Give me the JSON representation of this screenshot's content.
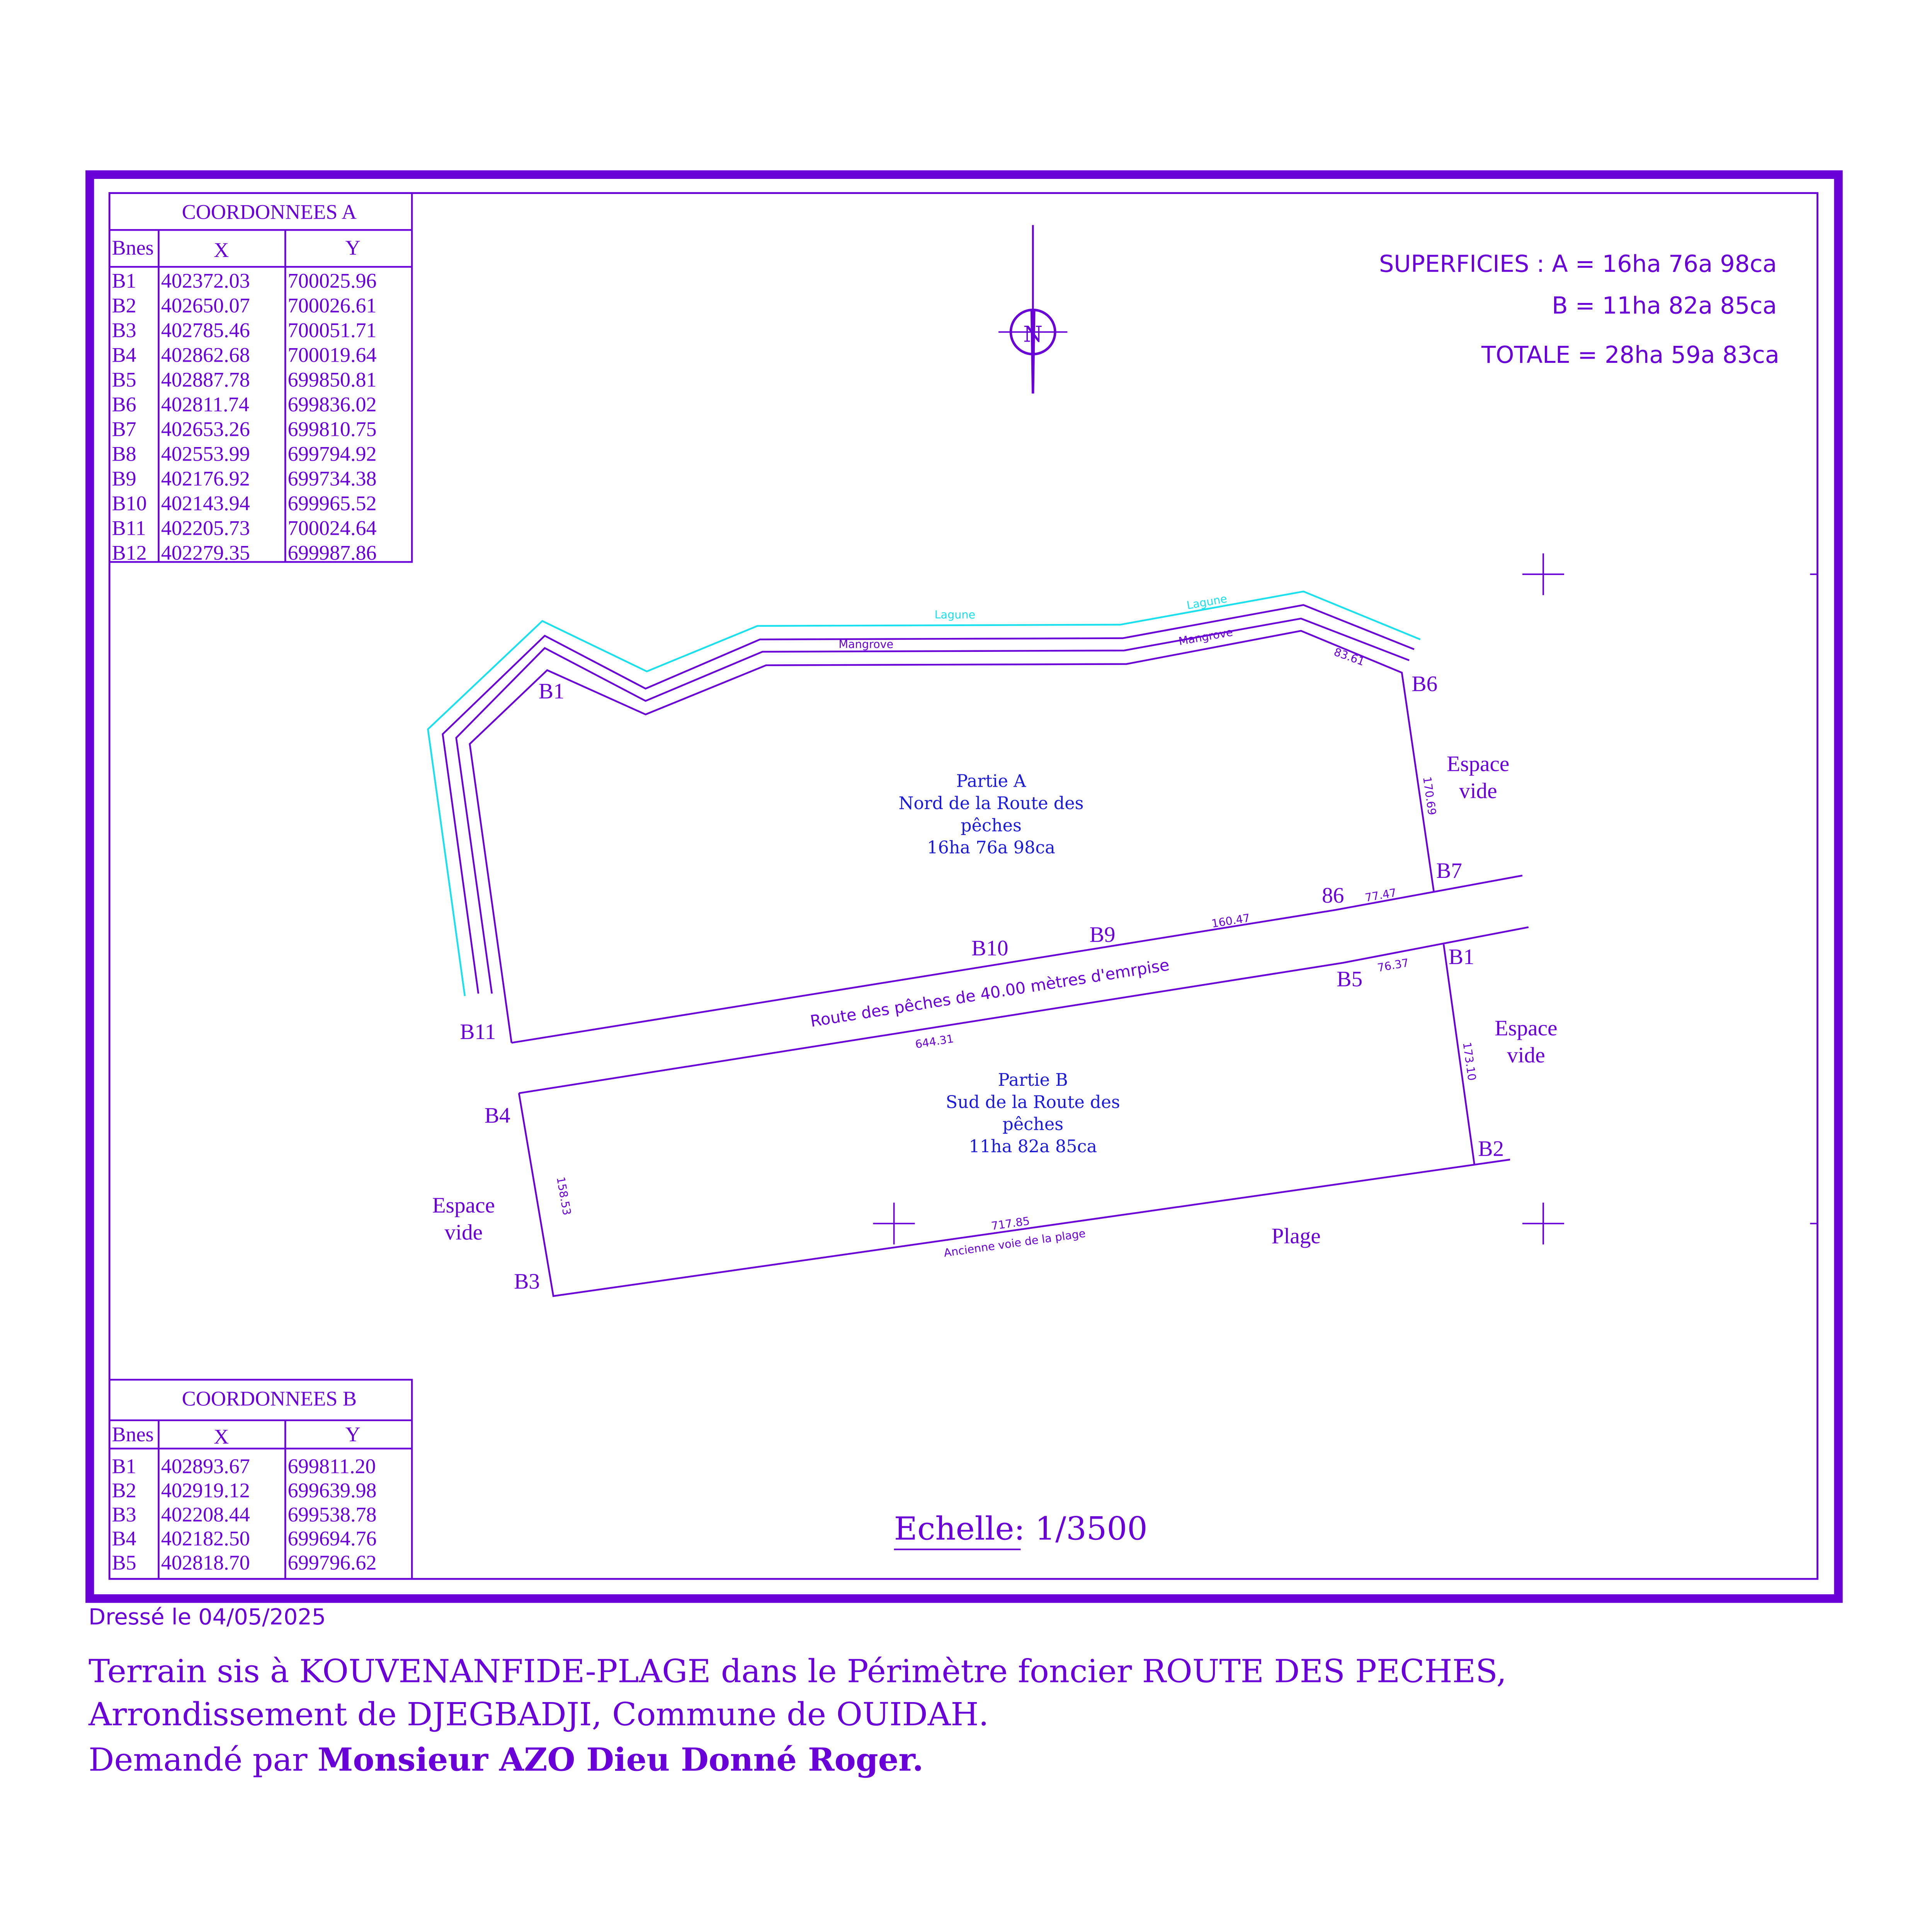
{
  "table_a": {
    "title": "COORDONNEES A",
    "headers": [
      "Bnes",
      "X",
      "Y"
    ],
    "rows": [
      [
        "B1",
        "402372.03",
        "700025.96"
      ],
      [
        "B2",
        "402650.07",
        "700026.61"
      ],
      [
        "B3",
        "402785.46",
        "700051.71"
      ],
      [
        "B4",
        "402862.68",
        "700019.64"
      ],
      [
        "B5",
        "402887.78",
        "699850.81"
      ],
      [
        "B6",
        "402811.74",
        "699836.02"
      ],
      [
        "B7",
        "402653.26",
        "699810.75"
      ],
      [
        "B8",
        "402553.99",
        "699794.92"
      ],
      [
        "B9",
        "402176.92",
        "699734.38"
      ],
      [
        "B10",
        "402143.94",
        "699965.52"
      ],
      [
        "B11",
        "402205.73",
        "700024.64"
      ],
      [
        "B12",
        "402279.35",
        "699987.86"
      ]
    ]
  },
  "table_b": {
    "title": "COORDONNEES B",
    "headers": [
      "Bnes",
      "X",
      "Y"
    ],
    "rows": [
      [
        "B1",
        "402893.67",
        "699811.20"
      ],
      [
        "B2",
        "402919.12",
        "699639.98"
      ],
      [
        "B3",
        "402208.44",
        "699538.78"
      ],
      [
        "B4",
        "402182.50",
        "699694.76"
      ],
      [
        "B5",
        "402818.70",
        "699796.62"
      ]
    ]
  },
  "superficies": {
    "line1": "SUPERFICIES : A = 16ha 76a 98ca",
    "line2": "B = 11ha 82a 85ca",
    "line3": "TOTALE = 28ha 59a 83ca"
  },
  "north_label": "N",
  "plan": {
    "lagune1": "Lagune",
    "lagune2": "Lagune",
    "mangrove1": "Mangrove",
    "mangrove2": "Mangrove",
    "partie_a": [
      "Partie A",
      "Nord de la Route des",
      "pêches",
      "16ha 76a 98ca"
    ],
    "partie_b": [
      "Partie B",
      "Sud de la Route des",
      "pêches",
      "11ha 82a 85ca"
    ],
    "road": "Route des pêches de 40.00 mètres d'emrpise",
    "ancienne_voie": "Ancienne voie de la plage",
    "plage": "Plage",
    "espace_vide": [
      "Espace",
      "vide"
    ],
    "bornes": {
      "a_b1": "B1",
      "a_b6": "B6",
      "a_b7": "B7",
      "a_86": "86",
      "a_b9": "B9",
      "a_b10": "B10",
      "a_b11": "B11",
      "b_b1": "B1",
      "b_b5": "B5",
      "b_b2": "B2",
      "b_b3": "B3",
      "b_b4": "B4"
    },
    "dims": {
      "d8361": "83.61",
      "d17069": "170.69",
      "d7747": "77.47",
      "d16047": "160.47",
      "d7637": "76.37",
      "d64431": "644.31",
      "d17310": "173.10",
      "d15853": "158.53",
      "d71785": "717.85"
    }
  },
  "scale": {
    "label": "Echelle",
    "value": ": 1/3500"
  },
  "footer": {
    "date": "Dressé le 04/05/2025",
    "line1": "Terrain sis à KOUVENANFIDE-PLAGE dans le Périmètre foncier ROUTE DES PECHES,",
    "line2": "Arrondissement de DJEGBADJI, Commune de OUIDAH.",
    "line3_prefix": "Demandé par ",
    "line3_bold": "Monsieur AZO Dieu Donné Roger."
  },
  "colors": {
    "primary": "#6a00d8",
    "lagune": "#19e0ee",
    "partie_text": "#1a1ad8"
  }
}
